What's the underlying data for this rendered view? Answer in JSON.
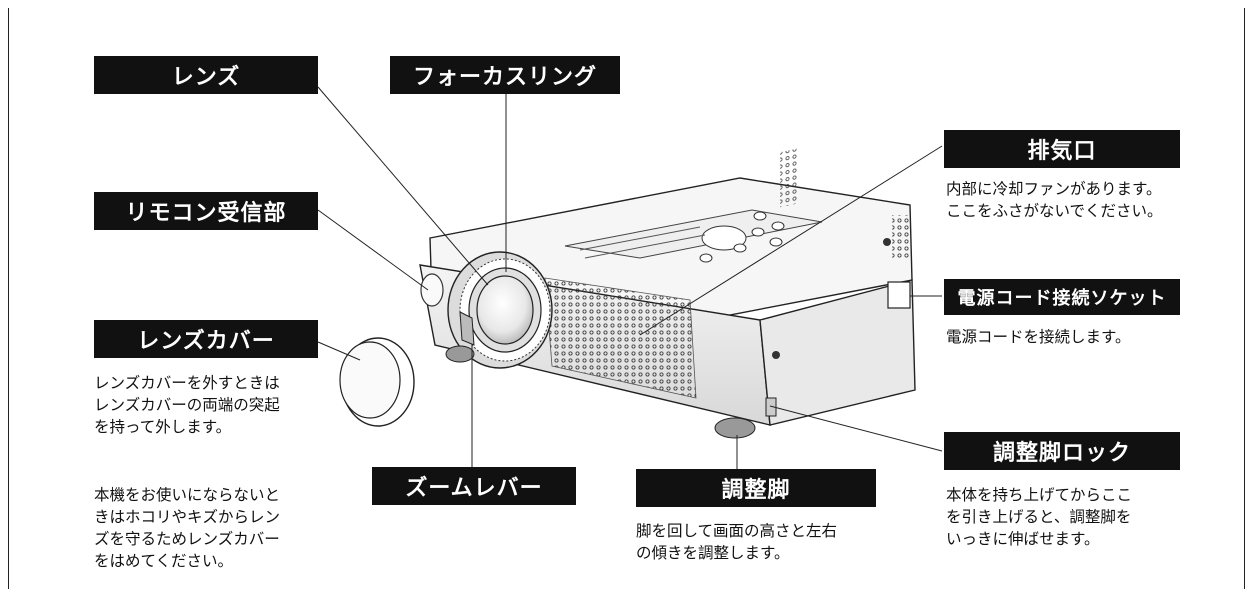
{
  "labels": {
    "lens": "レンズ",
    "focus_ring": "フォーカスリング",
    "remote_receiver": "リモコン受信部",
    "lens_cover": "レンズカバー",
    "zoom_lever": "ズームレバー",
    "exhaust": "排気口",
    "power_socket": "電源コード接続ソケット",
    "adjust_foot_lock": "調整脚ロック",
    "adjust_foot": "調整脚"
  },
  "descriptions": {
    "lens_cover": "レンズカバーを外すときは\nレンズカバーの両端の突起\nを持って外します。",
    "lens_cover_note": "本機をお使いにならないと\nきはホコリやキズからレン\nズを守るためレンズカバー\nをはめてください。",
    "exhaust": "内部に冷却ファンがあります。\nここをふさがないでください。",
    "power_socket": "電源コードを接続します。",
    "adjust_foot_lock": "本体を持ち上げてからここ\nを引き上げると、調整脚を\nいっきに伸ばせます。",
    "adjust_foot": "脚を回して画面の高さと左右\nの傾きを調整します。"
  }
}
